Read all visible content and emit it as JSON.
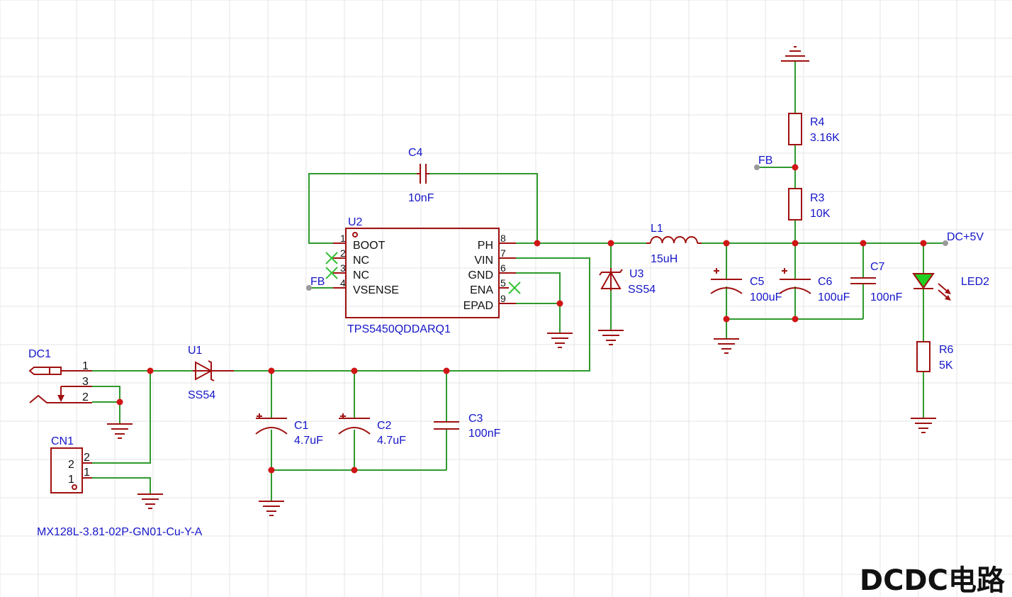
{
  "sheet_title": "DCDC电路",
  "u2": {
    "ref": "U2",
    "part": "TPS5450QDDARQ1",
    "pins_left": [
      {
        "num": "1",
        "name": "BOOT"
      },
      {
        "num": "2",
        "name": "NC"
      },
      {
        "num": "3",
        "name": "NC"
      },
      {
        "num": "4",
        "name": "VSENSE"
      }
    ],
    "pins_right": [
      {
        "num": "8",
        "name": "PH"
      },
      {
        "num": "7",
        "name": "VIN"
      },
      {
        "num": "6",
        "name": "GND"
      },
      {
        "num": "5",
        "name": "ENA"
      },
      {
        "num": "9",
        "name": "EPAD"
      }
    ]
  },
  "c4": {
    "ref": "C4",
    "value": "10nF"
  },
  "l1": {
    "ref": "L1",
    "value": "15uH"
  },
  "u3": {
    "ref": "U3",
    "value": "SS54"
  },
  "u1": {
    "ref": "U1",
    "value": "SS54"
  },
  "c5": {
    "ref": "C5",
    "value": "100uF"
  },
  "c6": {
    "ref": "C6",
    "value": "100uF"
  },
  "c7": {
    "ref": "C7",
    "value": "100nF"
  },
  "r4": {
    "ref": "R4",
    "value": "3.16K"
  },
  "r3": {
    "ref": "R3",
    "value": "10K"
  },
  "r6": {
    "ref": "R6",
    "value": "5K"
  },
  "led2": {
    "ref": "LED2"
  },
  "c1": {
    "ref": "C1",
    "value": "4.7uF"
  },
  "c2": {
    "ref": "C2",
    "value": "4.7uF"
  },
  "c3": {
    "ref": "C3",
    "value": "100nF"
  },
  "dc1": {
    "ref": "DC1",
    "pins": [
      "1",
      "3",
      "2"
    ]
  },
  "cn1": {
    "ref": "CN1",
    "part": "MX128L-3.81-02P-GN01-Cu-Y-A",
    "outer_pins": [
      "2",
      "1"
    ],
    "inner_pins": [
      "2",
      "1"
    ]
  },
  "net_labels": {
    "fb_left": "FB",
    "fb_right": "FB",
    "output": "DC+5V"
  },
  "colors": {
    "wire": "#2e9a2e",
    "component": "#a01010",
    "designator": "#1515c8",
    "junction": "#d01515",
    "no_connect": "#36c236",
    "led_fill": "#21d121"
  }
}
